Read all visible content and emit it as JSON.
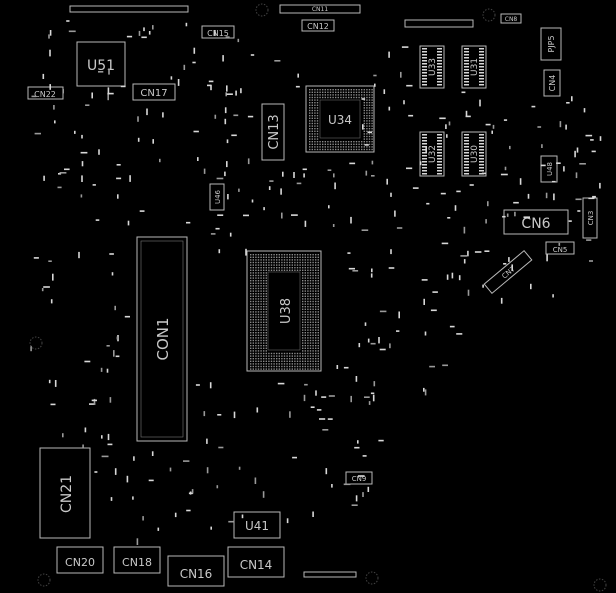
{
  "board": {
    "labels": {
      "u51": "U51",
      "cn17": "CN17",
      "cn22": "CN22",
      "cn15": "CN15",
      "cn12": "CN12",
      "cn11": "CN11",
      "cn8": "CN8",
      "pjp5": "PJP5",
      "cn4": "CN4",
      "cn13": "CN13",
      "u34": "U34",
      "u33": "U33",
      "u31": "U31",
      "u32": "U32",
      "u30": "U30",
      "u48": "U48",
      "cn3": "CN3",
      "cn6": "CN6",
      "cn5": "CN5",
      "cn7": "CN7",
      "u46": "U46",
      "con1": "CON1",
      "u38": "U38",
      "cn21": "CN21",
      "cn9": "CN9",
      "u41": "U41",
      "cn20": "CN20",
      "cn18": "CN18",
      "cn16": "CN16",
      "cn14": "CN14"
    },
    "colors": {
      "background": "#000000",
      "silkscreen": "#c8c8c8",
      "pad": "#d8d8d8",
      "bga": "#8a8a8a"
    }
  }
}
